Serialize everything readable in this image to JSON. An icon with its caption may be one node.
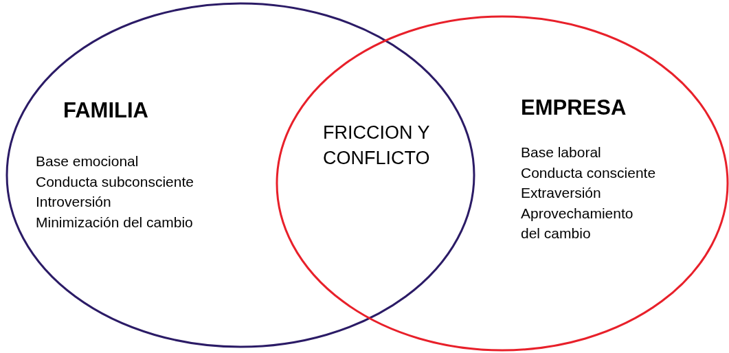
{
  "diagram": {
    "nodes": [
      {
        "text": [
          "FAMILIA",
          "Base emocional",
          "Conducta subconsciente",
          "Introversión",
          "Minimización del cambio"
        ]
      },
      {
        "text": [
          "EMPRESA",
          "Base laboral",
          "Conducta consciente",
          "Extraversión",
          "Aprovechamiento del cambio"
        ]
      }
    ],
    "labels": [
      "FRICCION Y CONFLICTO"
    ]
  }
}
